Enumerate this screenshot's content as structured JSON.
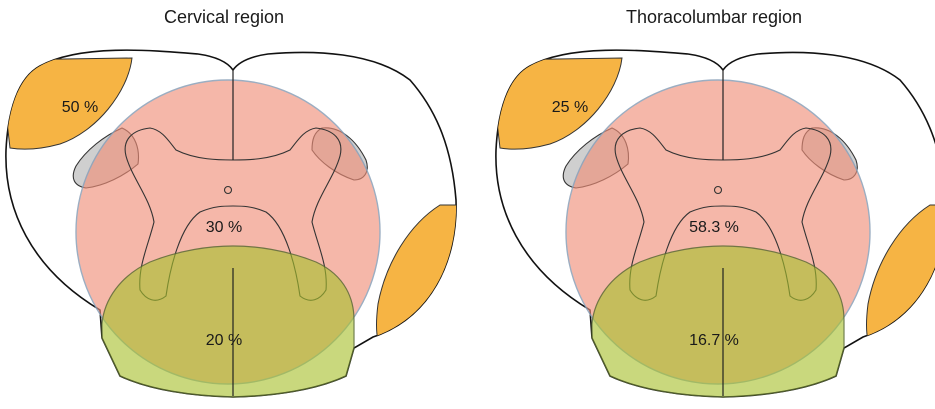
{
  "colors": {
    "dorsal_zone": "#f6b444",
    "lateral_zone": "#f6b444",
    "central_zone": "#f08f78",
    "ventral_zone": "#a7c12d",
    "grey_matter": "#cfcfcf"
  },
  "panels": [
    {
      "title": "Cervical region",
      "dorsal_value": "50 %",
      "central_value": "30 %",
      "ventral_value": "20 %"
    },
    {
      "title": "Thoracolumbar region",
      "dorsal_value": "25 %",
      "central_value": "58.3 %",
      "ventral_value": "16.7 %"
    }
  ]
}
